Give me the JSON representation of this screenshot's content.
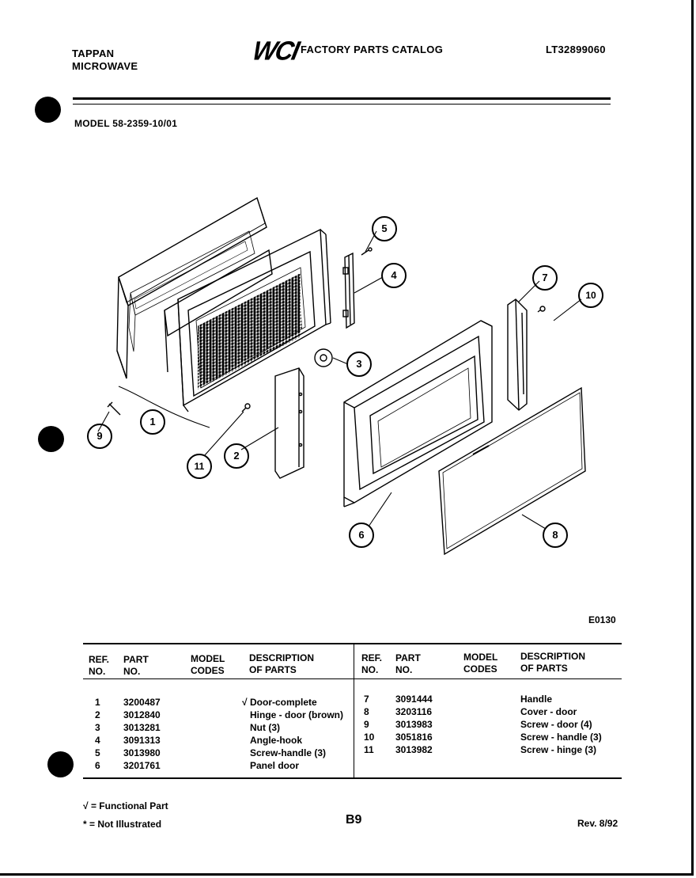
{
  "header": {
    "brand_line1": "TAPPAN",
    "brand_line2": "MICROWAVE",
    "logo": "WCI",
    "catalog_title": "FACTORY PARTS CATALOG",
    "catalog_number": "LT32899060",
    "model": "MODEL 58-2359-10/01"
  },
  "diagram": {
    "callouts": [
      "1",
      "2",
      "3",
      "4",
      "5",
      "6",
      "7",
      "8",
      "9",
      "10",
      "11"
    ],
    "figure_code": "E0130"
  },
  "table": {
    "headers": {
      "ref_line1": "REF.",
      "ref_line2": "NO.",
      "part_line1": "PART",
      "part_line2": "NO.",
      "model_line1": "MODEL",
      "model_line2": "CODES",
      "desc_line1": "DESCRIPTION",
      "desc_line2": "OF PARTS"
    },
    "left_rows": [
      {
        "ref": "1",
        "part": "3200487",
        "mark": "√",
        "desc": "Door-complete"
      },
      {
        "ref": "2",
        "part": "3012840",
        "mark": "",
        "desc": "Hinge - door (brown)"
      },
      {
        "ref": "3",
        "part": "3013281",
        "mark": "",
        "desc": "Nut (3)"
      },
      {
        "ref": "4",
        "part": "3091313",
        "mark": "",
        "desc": "Angle-hook"
      },
      {
        "ref": "5",
        "part": "3013980",
        "mark": "",
        "desc": "Screw-handle (3)"
      },
      {
        "ref": "6",
        "part": "3201761",
        "mark": "",
        "desc": "Panel door"
      }
    ],
    "right_rows": [
      {
        "ref": "7",
        "part": "3091444",
        "desc": "Handle"
      },
      {
        "ref": "8",
        "part": "3203116",
        "desc": "Cover - door"
      },
      {
        "ref": "9",
        "part": "3013983",
        "desc": "Screw - door (4)"
      },
      {
        "ref": "10",
        "part": "3051816",
        "desc": "Screw - handle (3)"
      },
      {
        "ref": "11",
        "part": "3013982",
        "desc": "Screw - hinge (3)"
      }
    ]
  },
  "footer": {
    "functional_mark": "√",
    "functional_text": "= Functional Part",
    "not_illustrated_mark": "*",
    "not_illustrated_text": "= Not Illustrated",
    "page": "B9",
    "revision": "Rev. 8/92"
  },
  "colors": {
    "ink": "#000000",
    "paper": "#ffffff"
  }
}
